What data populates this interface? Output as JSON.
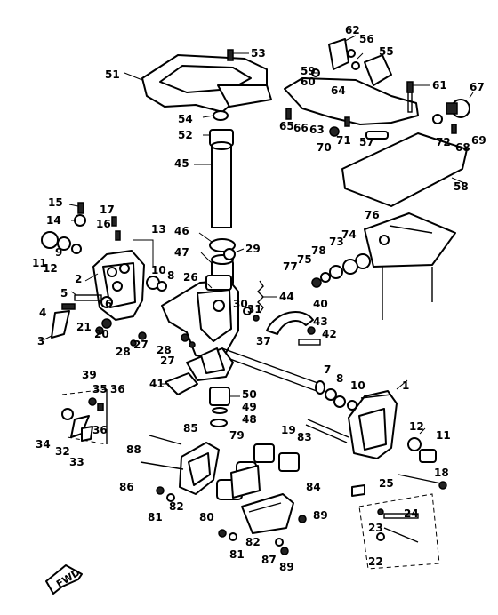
{
  "fwd_label": "FWD",
  "callouts": [
    {
      "id": "c1",
      "text": "1"
    },
    {
      "id": "c2",
      "text": "2"
    },
    {
      "id": "c3",
      "text": "3"
    },
    {
      "id": "c4",
      "text": "4"
    },
    {
      "id": "c5",
      "text": "5"
    },
    {
      "id": "c6",
      "text": "6"
    },
    {
      "id": "c7",
      "text": "7"
    },
    {
      "id": "c8a",
      "text": "8"
    },
    {
      "id": "c8b",
      "text": "8"
    },
    {
      "id": "c9",
      "text": "9"
    },
    {
      "id": "c10a",
      "text": "10"
    },
    {
      "id": "c10b",
      "text": "10"
    },
    {
      "id": "c11a",
      "text": "11"
    },
    {
      "id": "c11b",
      "text": "11"
    },
    {
      "id": "c12a",
      "text": "12"
    },
    {
      "id": "c12b",
      "text": "12"
    },
    {
      "id": "c13",
      "text": "13"
    },
    {
      "id": "c14",
      "text": "14"
    },
    {
      "id": "c15",
      "text": "15"
    },
    {
      "id": "c16",
      "text": "16"
    },
    {
      "id": "c17",
      "text": "17"
    },
    {
      "id": "c18",
      "text": "18"
    },
    {
      "id": "c19",
      "text": "19"
    },
    {
      "id": "c20",
      "text": "20"
    },
    {
      "id": "c21",
      "text": "21"
    },
    {
      "id": "c22",
      "text": "22"
    },
    {
      "id": "c23",
      "text": "23"
    },
    {
      "id": "c24",
      "text": "24"
    },
    {
      "id": "c25",
      "text": "25"
    },
    {
      "id": "c26",
      "text": "26"
    },
    {
      "id": "c27a",
      "text": "27"
    },
    {
      "id": "c27b",
      "text": "27"
    },
    {
      "id": "c28a",
      "text": "28"
    },
    {
      "id": "c28b",
      "text": "28"
    },
    {
      "id": "c29",
      "text": "29"
    },
    {
      "id": "c30",
      "text": "30"
    },
    {
      "id": "c31",
      "text": "31"
    },
    {
      "id": "c32",
      "text": "32"
    },
    {
      "id": "c33",
      "text": "33"
    },
    {
      "id": "c34",
      "text": "34"
    },
    {
      "id": "c35",
      "text": "35"
    },
    {
      "id": "c36a",
      "text": "36"
    },
    {
      "id": "c36b",
      "text": "36"
    },
    {
      "id": "c37",
      "text": "37"
    },
    {
      "id": "c39",
      "text": "39"
    },
    {
      "id": "c40",
      "text": "40"
    },
    {
      "id": "c41",
      "text": "41"
    },
    {
      "id": "c42",
      "text": "42"
    },
    {
      "id": "c43",
      "text": "43"
    },
    {
      "id": "c44",
      "text": "44"
    },
    {
      "id": "c45",
      "text": "45"
    },
    {
      "id": "c46",
      "text": "46"
    },
    {
      "id": "c47",
      "text": "47"
    },
    {
      "id": "c48",
      "text": "48"
    },
    {
      "id": "c49",
      "text": "49"
    },
    {
      "id": "c50",
      "text": "50"
    },
    {
      "id": "c51",
      "text": "51"
    },
    {
      "id": "c52",
      "text": "52"
    },
    {
      "id": "c53",
      "text": "53"
    },
    {
      "id": "c54",
      "text": "54"
    },
    {
      "id": "c55",
      "text": "55"
    },
    {
      "id": "c56",
      "text": "56"
    },
    {
      "id": "c57",
      "text": "57"
    },
    {
      "id": "c58",
      "text": "58"
    },
    {
      "id": "c59",
      "text": "59"
    },
    {
      "id": "c60",
      "text": "60"
    },
    {
      "id": "c61",
      "text": "61"
    },
    {
      "id": "c62",
      "text": "62"
    },
    {
      "id": "c63",
      "text": "63"
    },
    {
      "id": "c64",
      "text": "64"
    },
    {
      "id": "c65",
      "text": "65"
    },
    {
      "id": "c66",
      "text": "66"
    },
    {
      "id": "c67",
      "text": "67"
    },
    {
      "id": "c68",
      "text": "68"
    },
    {
      "id": "c69",
      "text": "69"
    },
    {
      "id": "c70",
      "text": "70"
    },
    {
      "id": "c71",
      "text": "71"
    },
    {
      "id": "c72",
      "text": "72"
    },
    {
      "id": "c73",
      "text": "73"
    },
    {
      "id": "c74",
      "text": "74"
    },
    {
      "id": "c75",
      "text": "75"
    },
    {
      "id": "c76",
      "text": "76"
    },
    {
      "id": "c77",
      "text": "77"
    },
    {
      "id": "c78",
      "text": "78"
    },
    {
      "id": "c79",
      "text": "79"
    },
    {
      "id": "c80",
      "text": "80"
    },
    {
      "id": "c81a",
      "text": "81"
    },
    {
      "id": "c81b",
      "text": "81"
    },
    {
      "id": "c82a",
      "text": "82"
    },
    {
      "id": "c82b",
      "text": "82"
    },
    {
      "id": "c83",
      "text": "83"
    },
    {
      "id": "c84",
      "text": "84"
    },
    {
      "id": "c85",
      "text": "85"
    },
    {
      "id": "c86",
      "text": "86"
    },
    {
      "id": "c87",
      "text": "87"
    },
    {
      "id": "c88",
      "text": "88"
    },
    {
      "id": "c89a",
      "text": "89"
    },
    {
      "id": "c89b",
      "text": "89"
    }
  ]
}
